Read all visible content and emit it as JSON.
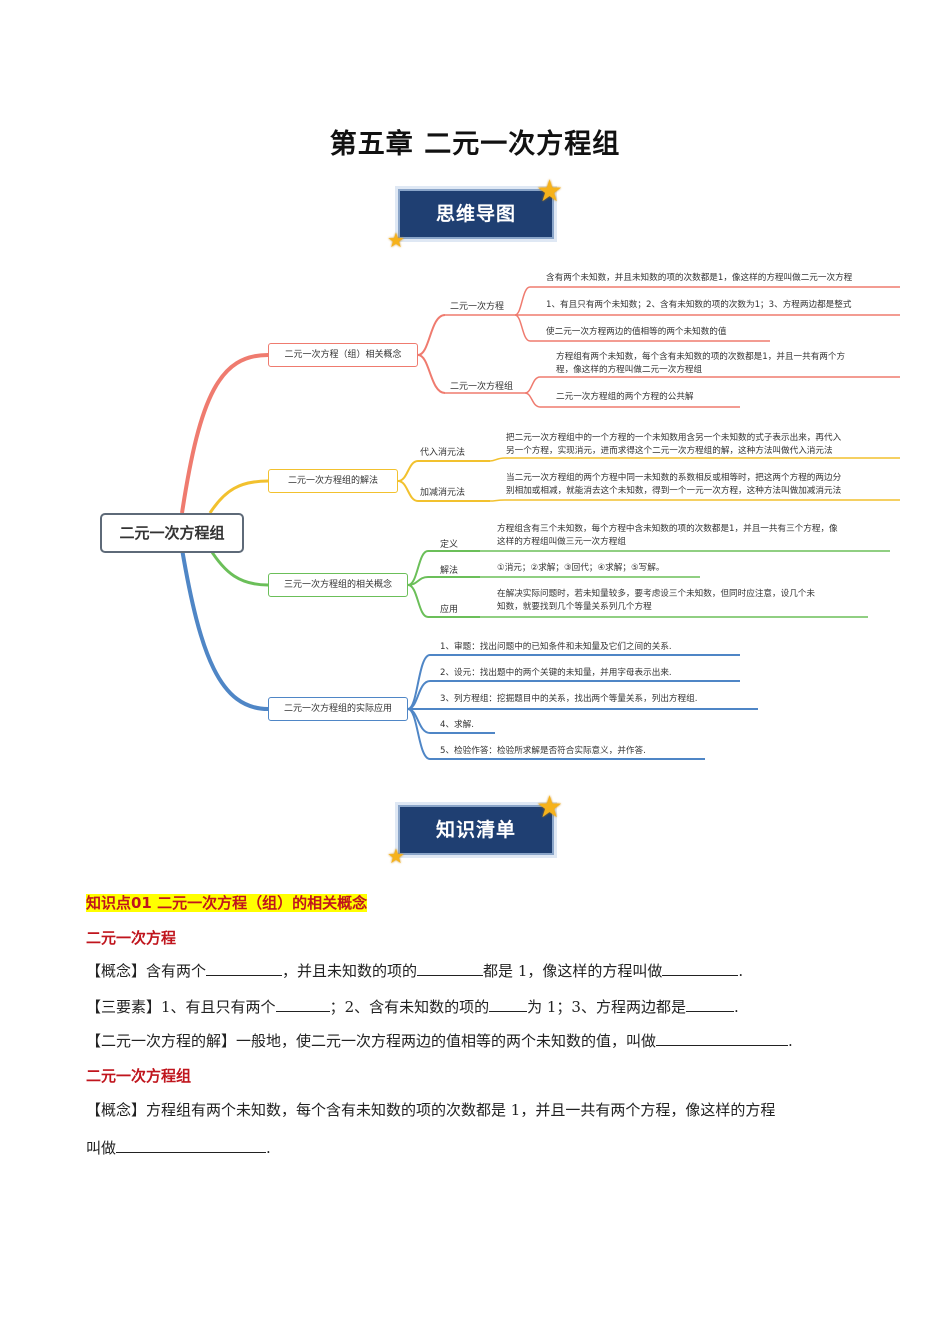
{
  "page_title": "第五章  二元一次方程组",
  "banner_mindmap": "思维导图",
  "banner_checklist": "知识清单",
  "mindmap": {
    "root": "二元一次方程组",
    "branches": [
      {
        "label": "二元一次方程（组）相关概念",
        "color": "#ef7b6f",
        "subs": [
          {
            "label": "二元一次方程",
            "leaves": [
              "含有两个未知数，并且未知数的项的次数都是1，像这样的方程叫做二元一次方程",
              "1、有且只有两个未知数；2、含有未知数的项的次数为1；3、方程两边都是整式",
              "使二元一次方程两边的值相等的两个未知数的值"
            ]
          },
          {
            "label": "二元一次方程组",
            "leaves": [
              "方程组有两个未知数，每个含有未知数的项的次数都是1，并且一共有两个方",
              "程，像这样的方程叫做二元一次方程组",
              "二元一次方程组的两个方程的公共解"
            ]
          }
        ]
      },
      {
        "label": "二元一次方程组的解法",
        "color": "#f2c12e",
        "subs": [
          {
            "label": "代入消元法",
            "leaves": [
              "把二元一次方程组中的一个方程的一个未知数用含另一个未知数的式子表示出来，再代入",
              "另一个方程，实现消元，进而求得这个二元一次方程组的解，这种方法叫做代入消元法"
            ]
          },
          {
            "label": "加减消元法",
            "leaves": [
              "当二元一次方程组的两个方程中同一未知数的系数相反或相等时，把这两个方程的两边分",
              "别相加或相减，就能消去这个未知数，得到一个一元一次方程，这种方法叫做加减消元法"
            ]
          }
        ]
      },
      {
        "label": "三元一次方程组的相关概念",
        "color": "#6bbf59",
        "subs": [
          {
            "label": "定义",
            "leaves": [
              "方程组含有三个未知数，每个方程中含未知数的项的次数都是1，并且一共有三个方程，像",
              "这样的方程组叫做三元一次方程组"
            ]
          },
          {
            "label": "解法",
            "leaves": [
              "①消元；②求解；③回代；④求解；⑤写解。"
            ]
          },
          {
            "label": "应用",
            "leaves": [
              "在解决实际问题时，若未知量较多，要考虑设三个未知数，但同时应注意，设几个未",
              "知数，就要找到几个等量关系列几个方程"
            ]
          }
        ]
      },
      {
        "label": "二元一次方程组的实际应用",
        "color": "#4f86c6",
        "leaves": [
          "1、审题：找出问题中的已知条件和未知量及它们之间的关系.",
          "2、设元：找出题中的两个关键的未知量，并用字母表示出来.",
          "3、列方程组：挖掘题目中的关系，找出两个等量关系，列出方程组.",
          "4、求解.",
          "5、检验作答：检验所求解是否符合实际意义，并作答."
        ]
      }
    ]
  },
  "knowledge": {
    "point_heading": "知识点01 二元一次方程（组）的相关概念",
    "sub1": "二元一次方程",
    "concept_label": "【概念】",
    "concept_text_a": "含有两个",
    "concept_text_b": "，并且未知数的项的",
    "concept_text_c": "都是 1，像这样的方程叫做",
    "three_label": "【三要素】",
    "three_a": "1、有且只有两个",
    "three_b": "；2、含有未知数的项的",
    "three_c": "为 1；3、方程两边都是",
    "solution_label": "【二元一次方程的解】",
    "solution_text": "一般地，使二元一次方程两边的值相等的两个未知数的值，叫做",
    "sub2": "二元一次方程组",
    "concept2_label": "【概念】",
    "concept2_text": "方程组有两个未知数，每个含有未知数的项的次数都是 1，并且一共有两个方程，像这样的方程",
    "concept2_tail": "叫做",
    "period": "."
  }
}
